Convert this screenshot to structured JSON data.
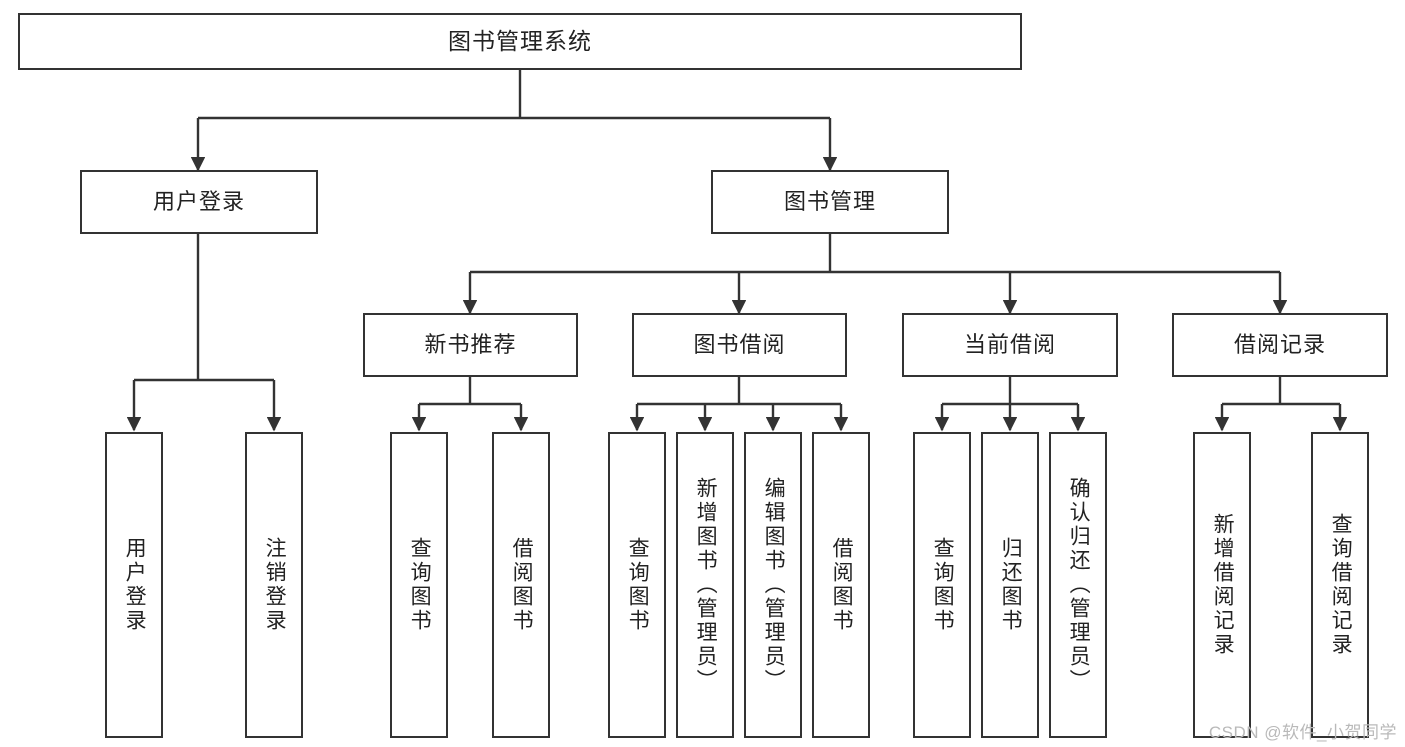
{
  "diagram": {
    "title": "图书管理系统",
    "type": "hierarchy-tree",
    "colors": {
      "border": "#333333",
      "background": "#ffffff",
      "text": "#222222",
      "watermark": "#b9b9b9"
    },
    "root": {
      "label": "图书管理系统"
    },
    "level1": [
      {
        "label": "用户登录"
      },
      {
        "label": "图书管理"
      }
    ],
    "level2": [
      {
        "label": "新书推荐"
      },
      {
        "label": "图书借阅"
      },
      {
        "label": "当前借阅"
      },
      {
        "label": "借阅记录"
      }
    ],
    "leaves": {
      "user_login": [
        {
          "label": "用户登录"
        },
        {
          "label": "注销登录"
        }
      ],
      "new_book_recommend": [
        {
          "label": "查询图书"
        },
        {
          "label": "借阅图书"
        }
      ],
      "book_borrow": [
        {
          "label": "查询图书"
        },
        {
          "label": "新增图书（管理员）"
        },
        {
          "label": "编辑图书（管理员）"
        },
        {
          "label": "借阅图书"
        }
      ],
      "current_borrow": [
        {
          "label": "查询图书"
        },
        {
          "label": "归还图书"
        },
        {
          "label": "确认归还（管理员）"
        }
      ],
      "borrow_record": [
        {
          "label": "新增借阅记录"
        },
        {
          "label": "查询借阅记录"
        }
      ]
    }
  },
  "watermark": {
    "text": "CSDN @软件_小贺同学"
  }
}
